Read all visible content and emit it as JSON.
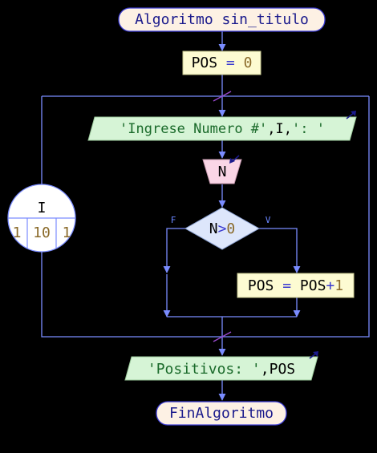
{
  "colors": {
    "keyword": "#1a1a8c",
    "string": "#1a6a2a",
    "number": "#8a6a2a",
    "identifier": "#000000",
    "operator": "#3a3ad0",
    "start_end_fill": "#fdf1e4",
    "assign_fill": "#fdfbd2",
    "output_fill": "#d6f4d6",
    "input_fill": "#fad6e6",
    "decision_fill": "#dde6fb",
    "loop_fill": "#ffffff",
    "connector": "#7a8cff"
  },
  "diagram": {
    "start": {
      "text": "Algoritmo sin_titulo"
    },
    "assign_init": {
      "var": "POS",
      "op": " = ",
      "value": "0"
    },
    "loop": {
      "var": "I",
      "from": "1",
      "to": "10",
      "step": "1"
    },
    "write_prompt": {
      "str1": "'Ingrese Numero #'",
      "sep1": ",",
      "var": "I",
      "sep2": ",",
      "str2": "': '"
    },
    "read": {
      "var": "N"
    },
    "decision": {
      "left": "N",
      "op": ">",
      "right": "0",
      "false_label": "F",
      "true_label": "V"
    },
    "assign_inc": {
      "lhs": "POS",
      "op": " = ",
      "rhs": "POS",
      "plus": "+",
      "value": "1"
    },
    "write_result": {
      "str": "'Positivos: '",
      "sep": ",",
      "var": "POS"
    },
    "end": {
      "text": "FinAlgoritmo"
    }
  }
}
